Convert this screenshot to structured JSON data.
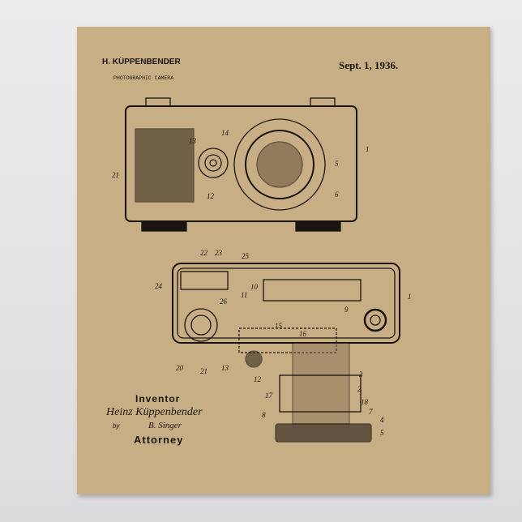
{
  "header": {
    "inventor_name": "H. KÜPPENBENDER",
    "title": "PHOTOGRAPHIC CAMERA",
    "date": "Sept. 1, 1936."
  },
  "signature": {
    "inventor_label": "Inventor",
    "inventor_signature": "Heinz Küppenbender",
    "by": "by",
    "attorney_signature": "B. Singer",
    "attorney_label": "Attorney"
  },
  "figure1": {
    "labels": [
      "14",
      "13",
      "12",
      "21",
      "1",
      "5",
      "6"
    ]
  },
  "figure2": {
    "labels": [
      "22",
      "23",
      "25",
      "24",
      "26",
      "10",
      "11",
      "9",
      "1",
      "15",
      "16",
      "20",
      "21",
      "13",
      "12",
      "3",
      "2",
      "17",
      "18",
      "8",
      "7",
      "4",
      "5"
    ]
  },
  "colors": {
    "paper": "#c8ae84",
    "ink": "#1a1510"
  }
}
